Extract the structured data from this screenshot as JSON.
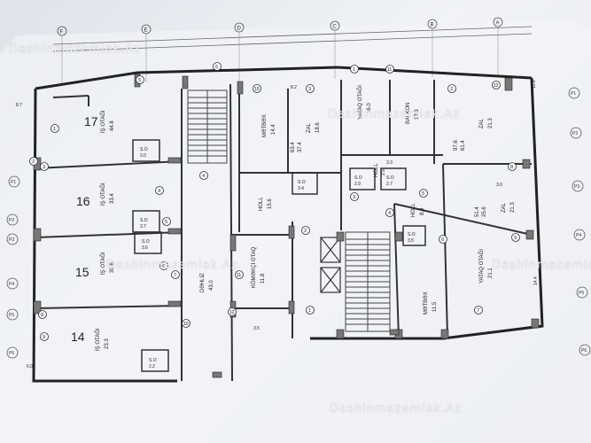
{
  "watermark": "Dashinmazemlak.Az",
  "units": [
    {
      "num": "17",
      "name": "İŞ OTAĞI",
      "area": "44.8"
    },
    {
      "num": "16",
      "name": "İŞ OTAĞI",
      "area": "33.4"
    },
    {
      "num": "15",
      "name": "İŞ OTAĞI",
      "area": "35.6"
    },
    {
      "num": "14",
      "name": "İŞ OTAĞI",
      "area": "23.3"
    }
  ],
  "rooms": {
    "so": "S.O",
    "so_areas": [
      "3.0",
      "3.7",
      "3.6",
      "2.2",
      "3.4",
      "2.9",
      "2.7",
      "3.5"
    ],
    "mutbex": "MƏTBƏX",
    "mutbex_areas": [
      "14.4",
      "11.5"
    ],
    "zal": "ZAL",
    "zal_areas": [
      "18.6",
      "21.3",
      "21.3"
    ],
    "yataq": "YATAQ OTAĞI",
    "yataq_areas": [
      "16.0",
      "21.1"
    ],
    "hol": "HOLL",
    "hol_areas": [
      "15.6",
      "8.0",
      "2.9"
    ],
    "dehliz": "DƏHLİZ",
    "dehliz_area": "43.0",
    "komekci": "KÖMƏKÇİ OTAQ",
    "komekci_area": "11.8",
    "balkon": "BALKON",
    "balkon_area": "13.3"
  },
  "apartments": [
    {
      "total": "63.4",
      "living": "37.4"
    },
    {
      "total": "97.6",
      "living": "61.4"
    },
    {
      "total": "51.4",
      "living": "25.6"
    }
  ],
  "axes_top": [
    "F",
    "E",
    "D",
    "C",
    "B",
    "A"
  ],
  "axes_right": [
    "P1",
    "P2",
    "P3",
    "P4",
    "P5",
    "P6"
  ],
  "axes_left": [
    "P1",
    "P2",
    "P3",
    "P4",
    "P5",
    "P6"
  ],
  "marks": [
    "1",
    "2",
    "3",
    "4",
    "5",
    "6",
    "7",
    "8",
    "9",
    "10",
    "11",
    "12"
  ],
  "dim_labels": [
    "8.7",
    "3.5",
    "6.0",
    "13.6",
    "14.4",
    "8.2",
    "3.0",
    "3.3"
  ]
}
